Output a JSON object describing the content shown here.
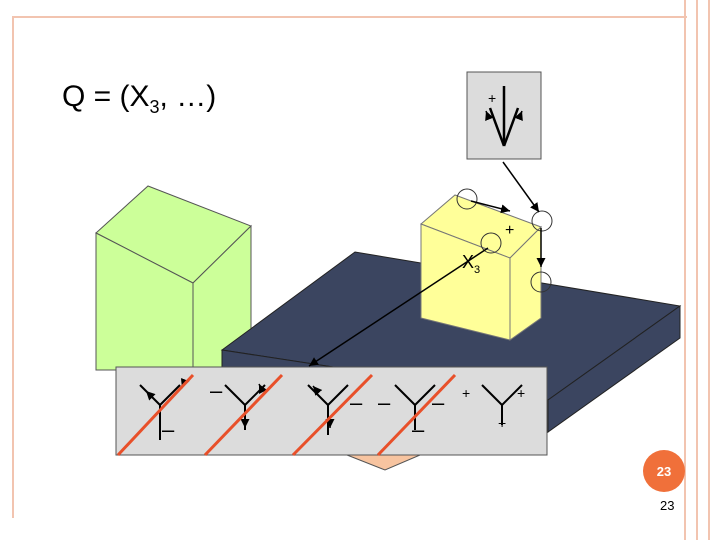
{
  "title": {
    "prefix": "Q = (X",
    "subscript": "3",
    "suffix": ", …)"
  },
  "labels": {
    "plus": "+",
    "minus": "–",
    "x": "X",
    "x_sub": "3"
  },
  "slide_number_badge": "23",
  "slide_number": "23",
  "colors": {
    "green_cube": "#ccff99",
    "yellow_cube": "#ffff99",
    "dark_slab": "#3b4560",
    "gray_panel": "#dcdcdc",
    "red_lines": "#e8502a",
    "accent": "#f0703a"
  }
}
